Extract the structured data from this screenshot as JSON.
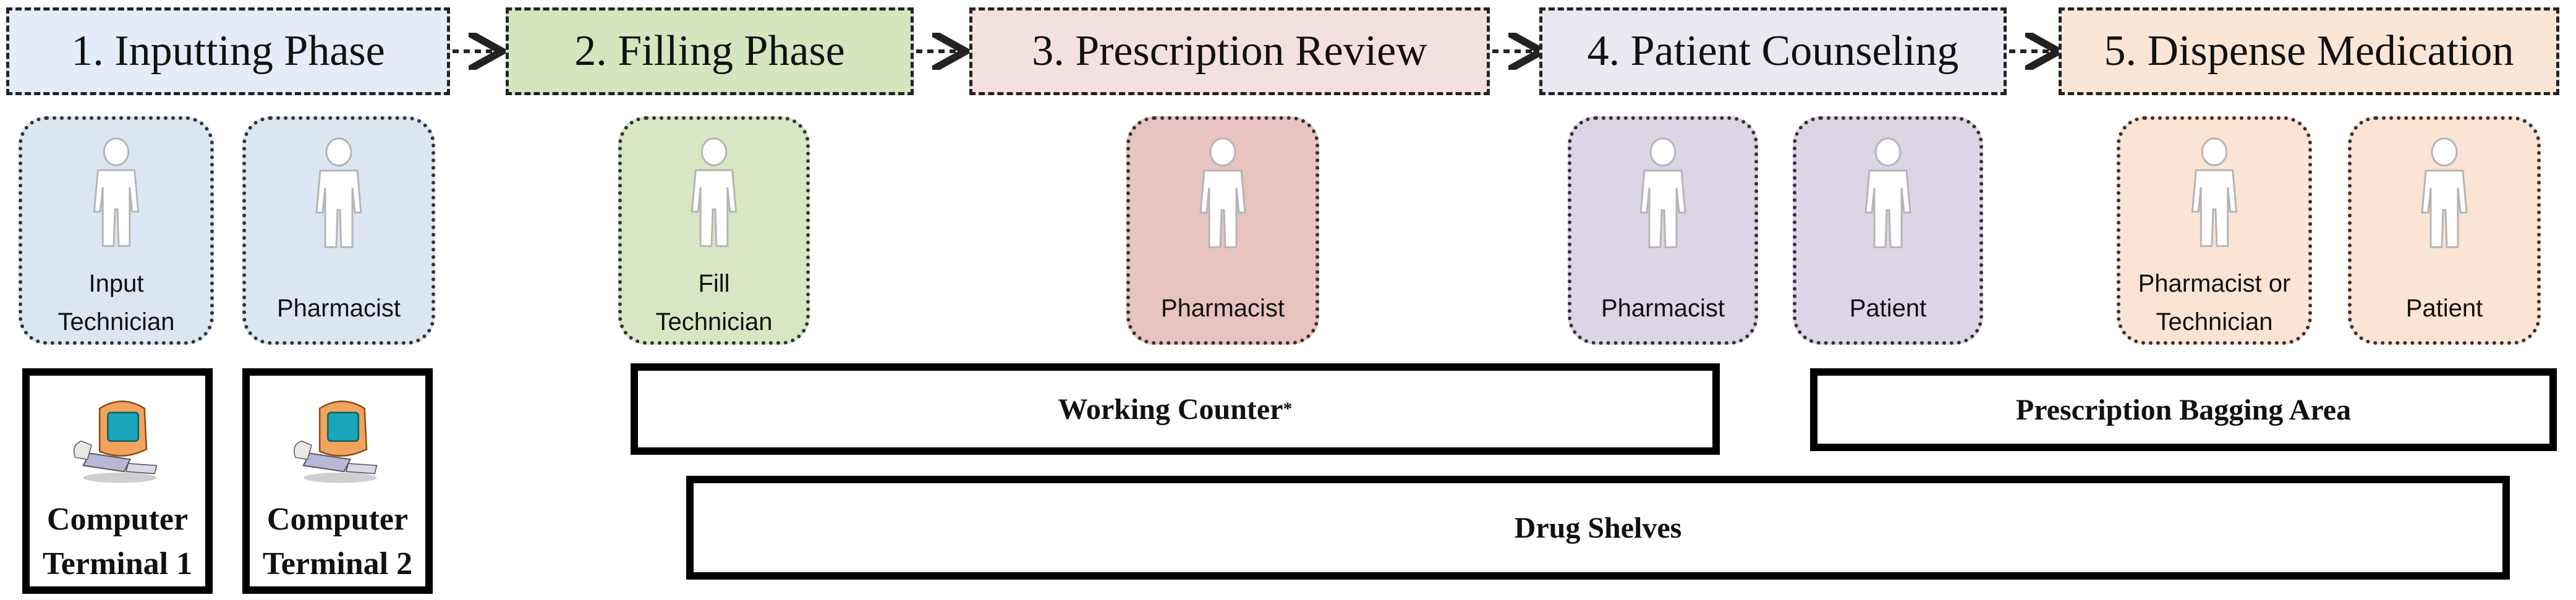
{
  "phases": [
    {
      "label": "1. Inputting Phase",
      "bg": "#e4ecf7"
    },
    {
      "label": "2. Filling Phase",
      "bg": "#d5e6bf"
    },
    {
      "label": "3. Prescription Review",
      "bg": "#f4e1df"
    },
    {
      "label": "4. Patient Counseling",
      "bg": "#ebe8f1"
    },
    {
      "label": "5. Dispense Medication",
      "bg": "#fbe6d6"
    }
  ],
  "people": [
    {
      "label_line1": "Input",
      "label_line2": "Technician",
      "bg": "#dce6f3"
    },
    {
      "label_line1": "Pharmacist",
      "label_line2": "",
      "bg": "#dce6f3"
    },
    {
      "label_line1": "Fill",
      "label_line2": "Technician",
      "bg": "#d8e6c4"
    },
    {
      "label_line1": "Pharmacist",
      "label_line2": "",
      "bg": "#e8c3c0"
    },
    {
      "label_line1": "Pharmacist",
      "label_line2": "",
      "bg": "#dcd5e6"
    },
    {
      "label_line1": "Patient",
      "label_line2": "",
      "bg": "#dcd5e6"
    },
    {
      "label_line1": "Pharmacist or",
      "label_line2": "Technician",
      "bg": "#fbe4d3"
    },
    {
      "label_line1": "Patient",
      "label_line2": "",
      "bg": "#fbe4d3"
    }
  ],
  "terminals": [
    {
      "line1": "Computer",
      "line2": "Terminal 1"
    },
    {
      "line1": "Computer",
      "line2": "Terminal 2"
    }
  ],
  "areas": {
    "working_counter": "Working Counter",
    "working_counter_note": "*",
    "bagging_area": "Prescription Bagging Area",
    "drug_shelves": "Drug Shelves"
  }
}
